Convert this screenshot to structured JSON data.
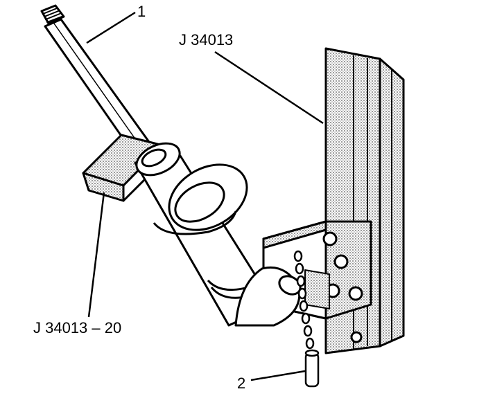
{
  "callouts": {
    "part_1": "1",
    "tool_main": "J 34013",
    "tool_adapter": "J 34013 – 20",
    "part_2": "2"
  },
  "colors": {
    "ink": "#000000",
    "paper": "#ffffff",
    "stipple": "#c8c8c8"
  }
}
